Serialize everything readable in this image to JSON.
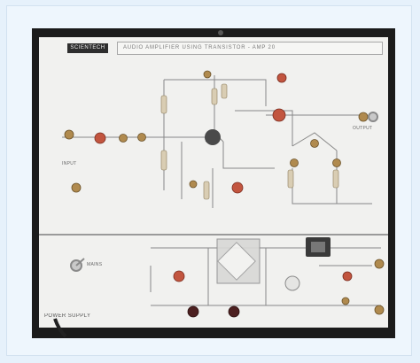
{
  "photo": {
    "brand_label": "SCIENTECH",
    "title": "AUDIO AMPLIFIER USING TRANSISTOR - AMP 20",
    "footer": "POWER SUPPLY",
    "labels": {
      "input": "INPUT",
      "output": "OUTPUT",
      "mains": "MAINS"
    },
    "colors": {
      "background": "#e6f1fb",
      "frame_border": "#1b1b1b",
      "panel": "#f1f1ef",
      "socket_red": "#c2553f",
      "socket_brass": "#b08a4e"
    }
  }
}
